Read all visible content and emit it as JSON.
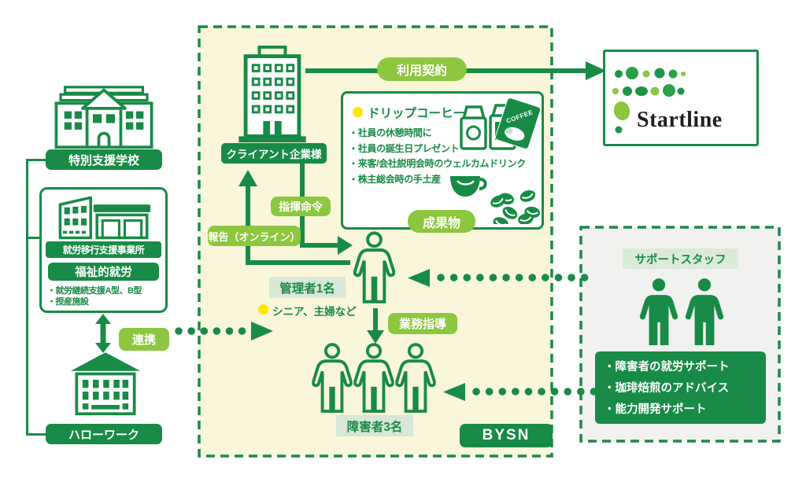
{
  "colors": {
    "accent_green": "#188b46",
    "light_green": "#8dc63f",
    "pale_yellow_bg": "#f9f6d9",
    "sage_label_bg": "#d8e7d6",
    "right_box_bg": "#f1f1ef",
    "yellow_dot": "#ffe600",
    "logo_text_black": "#231f1f"
  },
  "left": {
    "school_label": "特別支援学校",
    "agency_box": {
      "title": "就労移行支援事業所",
      "badge": "福祉的就労",
      "items": [
        "・就労継続支援A型、B型",
        "・授産施設"
      ]
    },
    "renkei_label": "連携",
    "hellowork_label": "ハローワーク"
  },
  "center": {
    "client_label": "クライアント企業様",
    "contract_label": "利用契約",
    "product_box": {
      "title": "ドリップコーヒー",
      "items": [
        "・社員の休憩時間に",
        "・社員の誕生日プレゼント",
        "・来客/会社説明会時のウェルカムドリンク",
        "・株主総会時の手土産"
      ],
      "packet_text": "COFFEE",
      "badge": "成果物"
    },
    "command_label": "指揮命令",
    "report_label": "報告（オンライン）",
    "manager_label": "管理者1名",
    "manager_note": "シニア、主婦など",
    "guidance_label": "業務指導",
    "workers_label": "障害者3名",
    "bysn_label": "BYSN"
  },
  "right": {
    "staff_label": "サポートスタッフ",
    "support_items": [
      "・障害者の就労サポート",
      "・珈琲焙煎のアドバイス",
      "・能力開発サポート"
    ]
  },
  "partner": {
    "logo_text": "Startline"
  }
}
